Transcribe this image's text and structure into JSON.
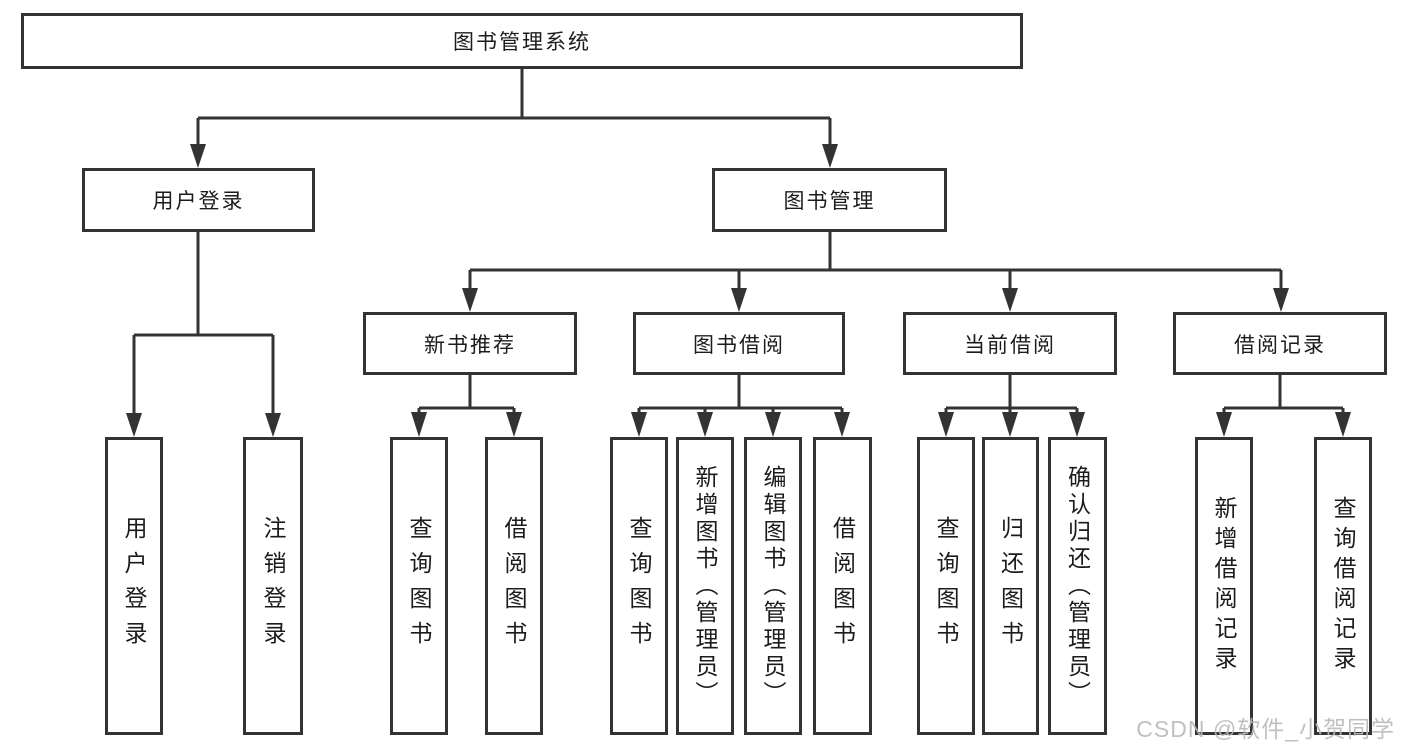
{
  "tree": {
    "root": "图书管理系统",
    "children": [
      {
        "label": "用户登录",
        "children": [
          {
            "label": "用户登录"
          },
          {
            "label": "注销登录"
          }
        ]
      },
      {
        "label": "图书管理",
        "children": [
          {
            "label": "新书推荐",
            "children": [
              {
                "label": "查询图书"
              },
              {
                "label": "借阅图书"
              }
            ]
          },
          {
            "label": "图书借阅",
            "children": [
              {
                "label": "查询图书"
              },
              {
                "label": "新增图书（管理员）"
              },
              {
                "label": "编辑图书（管理员）"
              },
              {
                "label": "借阅图书"
              }
            ]
          },
          {
            "label": "当前借阅",
            "children": [
              {
                "label": "查询图书"
              },
              {
                "label": "归还图书"
              },
              {
                "label": "确认归还（管理员）"
              }
            ]
          },
          {
            "label": "借阅记录",
            "children": [
              {
                "label": "新增借阅记录"
              },
              {
                "label": "查询借阅记录"
              }
            ]
          }
        ]
      }
    ]
  },
  "watermark": {
    "text": "CSDN @软件_小贺同学",
    "color": "#b9b9b9"
  },
  "colors": {
    "line": "#333333",
    "text": "#1c1c1c",
    "background": "#ffffff"
  }
}
